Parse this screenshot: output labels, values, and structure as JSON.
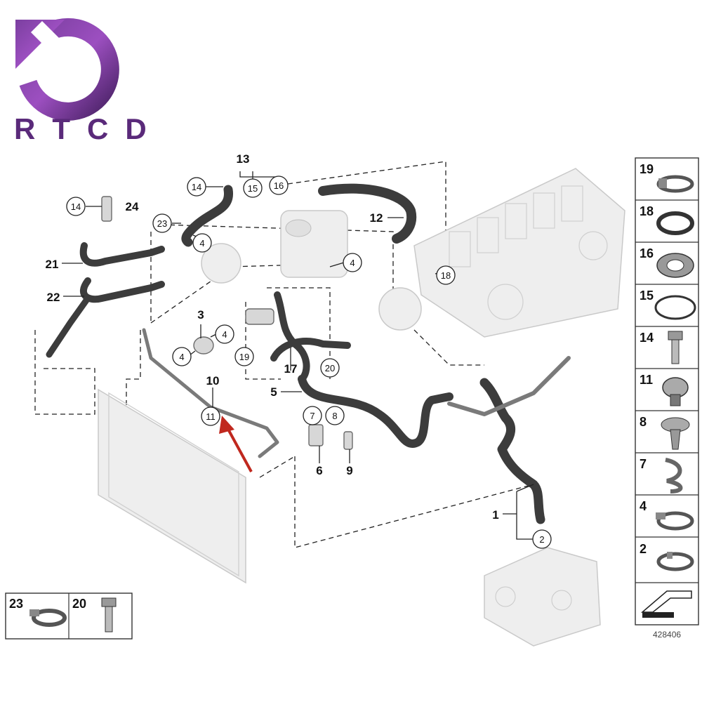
{
  "brand": {
    "logo_text": "RTCD"
  },
  "diagram_code": "428406",
  "callouts": [
    {
      "id": "c13",
      "text": "13"
    },
    {
      "id": "c14a",
      "text": "14"
    },
    {
      "id": "c15",
      "text": "15"
    },
    {
      "id": "c16",
      "text": "16"
    },
    {
      "id": "c12",
      "text": "12"
    },
    {
      "id": "c23",
      "text": "23"
    },
    {
      "id": "c4a",
      "text": "4"
    },
    {
      "id": "c14b",
      "text": "14"
    },
    {
      "id": "c24",
      "text": "24"
    },
    {
      "id": "c21",
      "text": "21"
    },
    {
      "id": "c22",
      "text": "22"
    },
    {
      "id": "c4b",
      "text": "4"
    },
    {
      "id": "c18",
      "text": "18"
    },
    {
      "id": "c3",
      "text": "3"
    },
    {
      "id": "c4c",
      "text": "4"
    },
    {
      "id": "c4d",
      "text": "4"
    },
    {
      "id": "c19",
      "text": "19"
    },
    {
      "id": "c17",
      "text": "17"
    },
    {
      "id": "c20",
      "text": "20"
    },
    {
      "id": "c5",
      "text": "5"
    },
    {
      "id": "c10",
      "text": "10"
    },
    {
      "id": "c11",
      "text": "11"
    },
    {
      "id": "c7",
      "text": "7"
    },
    {
      "id": "c8",
      "text": "8"
    },
    {
      "id": "c6",
      "text": "6"
    },
    {
      "id": "c9",
      "text": "9"
    },
    {
      "id": "c1",
      "text": "1"
    },
    {
      "id": "c2",
      "text": "2"
    }
  ],
  "parts_legend_right": [
    {
      "number": "19",
      "icon": "hose-clamp-icon"
    },
    {
      "number": "18",
      "icon": "o-ring-icon"
    },
    {
      "number": "16",
      "icon": "flange-gasket-icon"
    },
    {
      "number": "15",
      "icon": "seal-ring-icon"
    },
    {
      "number": "14",
      "icon": "bolt-icon"
    },
    {
      "number": "11",
      "icon": "hose-clip-icon"
    },
    {
      "number": "8",
      "icon": "expanding-rivet-icon"
    },
    {
      "number": "7",
      "icon": "spring-clip-icon"
    },
    {
      "number": "4",
      "icon": "worm-clamp-icon"
    },
    {
      "number": "2",
      "icon": "spring-clamp-icon"
    }
  ],
  "parts_legend_bottom": [
    {
      "number": "23",
      "icon": "band-clamp-icon"
    },
    {
      "number": "20",
      "icon": "bolt-icon"
    }
  ],
  "colors": {
    "brand_purple": "#5a2a7a",
    "highlight_arrow": "#c0281e",
    "hose": "#3c3c3c"
  }
}
